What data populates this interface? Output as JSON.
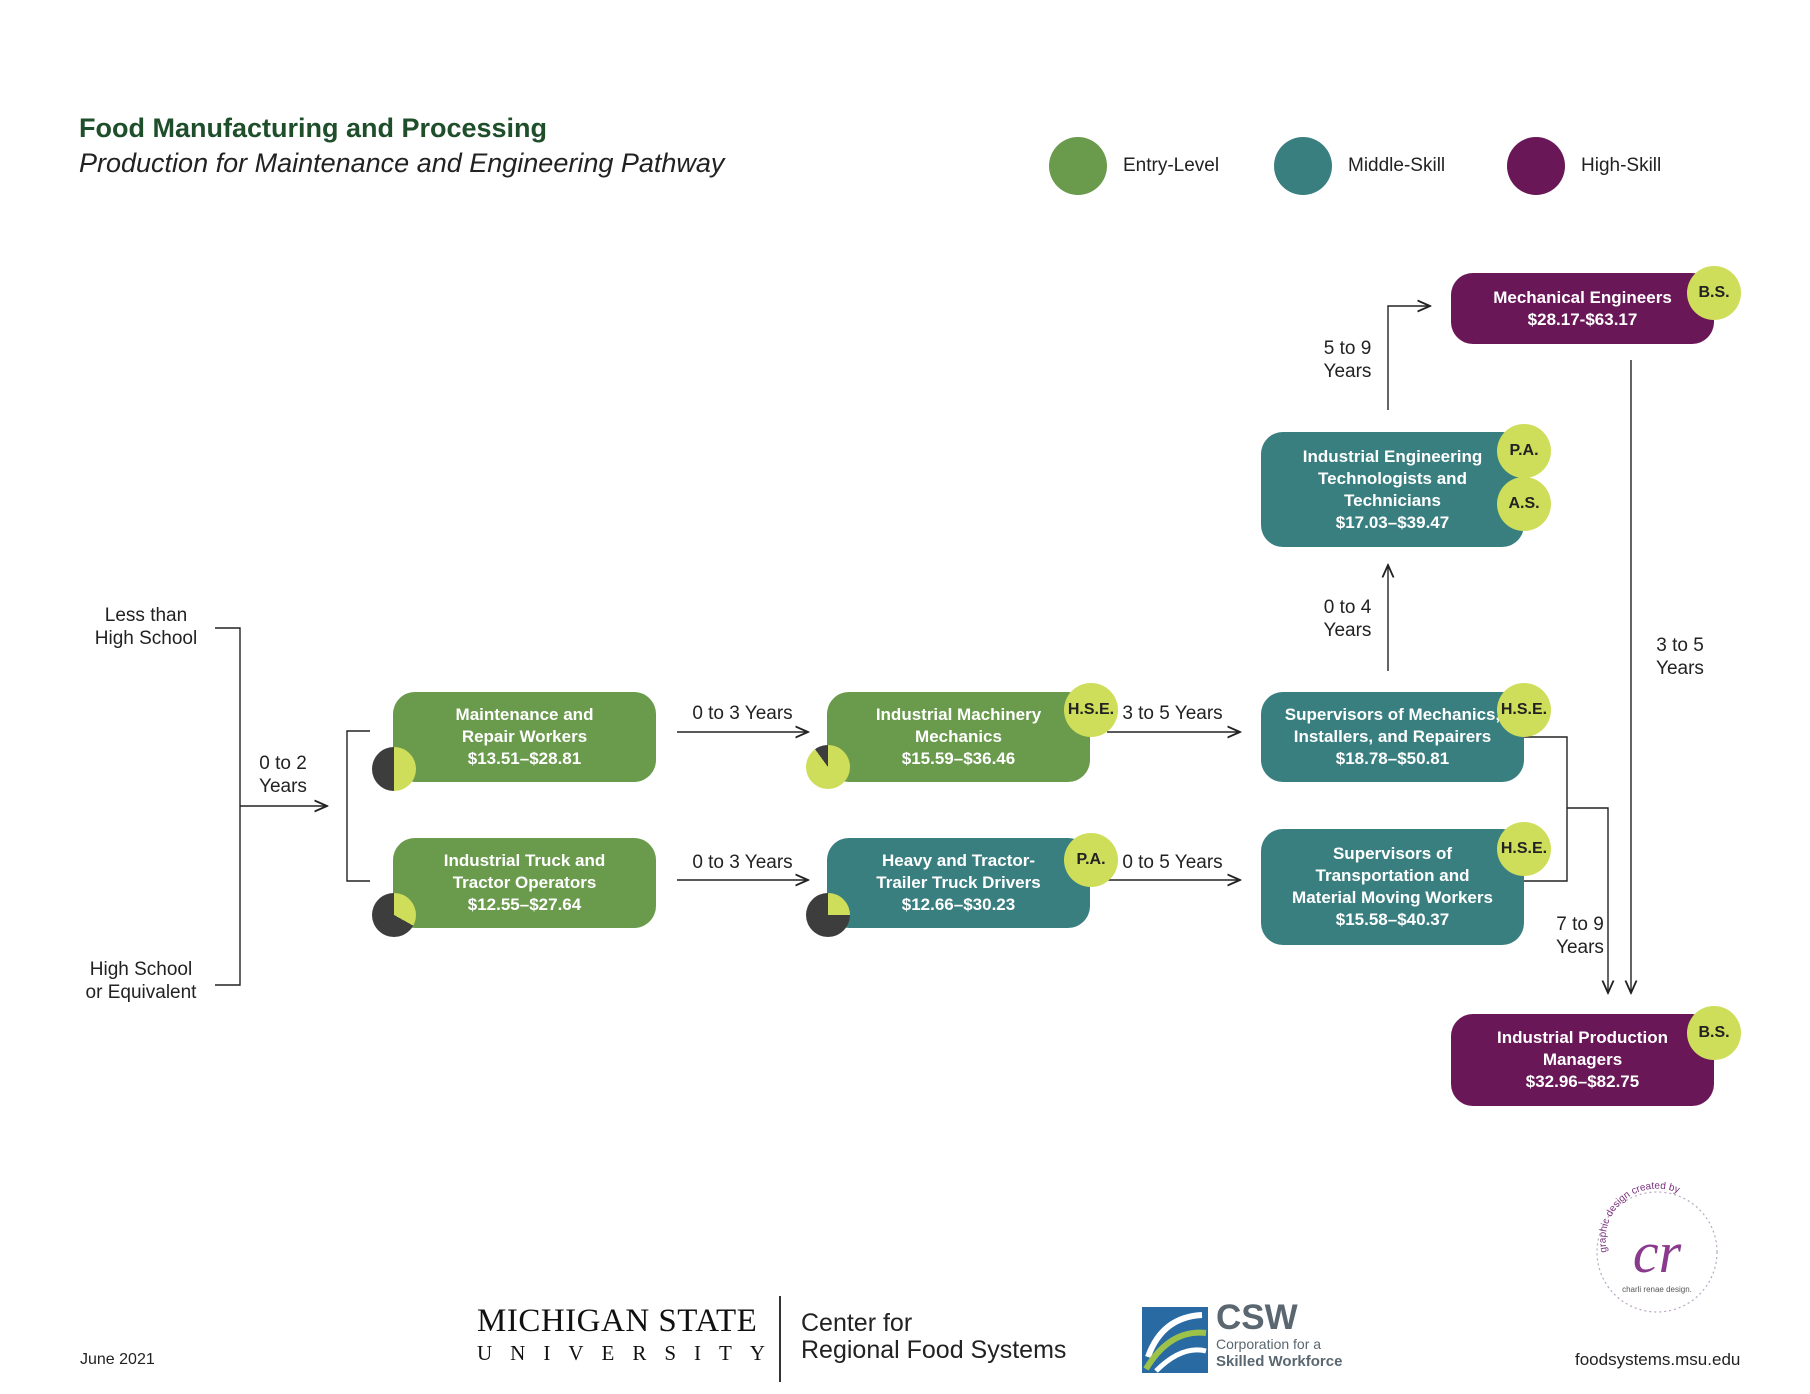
{
  "header": {
    "title": "Food Manufacturing and Processing",
    "subtitle": "Production for Maintenance and Engineering Pathway"
  },
  "legend": [
    {
      "label": "Entry-Level",
      "color": "#6a9a4b"
    },
    {
      "label": "Middle-Skill",
      "color": "#3a7f80"
    },
    {
      "label": "High-Skill",
      "color": "#6a1757"
    }
  ],
  "colors": {
    "entry": "#6a9a4b",
    "middle": "#3a7f80",
    "high": "#6a1757",
    "badge": "#cfde5a",
    "pie_dark": "#3d3d3d"
  },
  "education": {
    "less_than_hs_1": "Less than",
    "less_than_hs_2": "High School",
    "hs_1": "High School",
    "hs_2": "or Equivalent"
  },
  "nodes": {
    "maintenance": {
      "l1": "Maintenance and",
      "l2": "Repair Workers",
      "wage": "$13.51–$28.81",
      "pie_fraction": 0.5
    },
    "truck_operators": {
      "l1": "Industrial Truck and",
      "l2": "Tractor Operators",
      "wage": "$12.55–$27.64",
      "pie_fraction": 0.33
    },
    "machinery_mechanics": {
      "l1": "Industrial Machinery",
      "l2": "Mechanics",
      "wage": "$15.59–$36.46",
      "badge": "H.S.E.",
      "pie_fraction": 0.9
    },
    "truck_drivers": {
      "l1": "Heavy and Tractor-",
      "l2": "Trailer Truck Drivers",
      "wage": "$12.66–$30.23",
      "badge": "P.A.",
      "pie_fraction": 0.25
    },
    "supervisors_mechanics": {
      "l1": "Supervisors of Mechanics,",
      "l2": "Installers, and Repairers",
      "wage": "$18.78–$50.81",
      "badge": "H.S.E."
    },
    "supervisors_transport": {
      "l1": "Supervisors of",
      "l2": "Transportation and",
      "l3": "Material Moving Workers",
      "wage": "$15.58–$40.37",
      "badge": "H.S.E."
    },
    "eng_technologists": {
      "l1": "Industrial Engineering",
      "l2": "Technologists and",
      "l3": "Technicians",
      "wage": "$17.03–$39.47",
      "badge1": "P.A.",
      "badge2": "A.S."
    },
    "mech_engineers": {
      "l1": "Mechanical Engineers",
      "wage": "$28.17-$63.17",
      "badge": "B.S."
    },
    "prod_managers": {
      "l1": "Industrial Production",
      "l2": "Managers",
      "wage": "$32.96–$82.75",
      "badge": "B.S."
    }
  },
  "transitions": {
    "edu_to_entry_1": "0 to 2",
    "edu_to_entry_2": "Years",
    "maint_to_mech": "0 to 3 Years",
    "truck_to_driver": "0 to 3 Years",
    "mech_to_sup": "3 to 5 Years",
    "driver_to_sup": "0 to 5 Years",
    "sup_to_tech_1": "0 to 4",
    "sup_to_tech_2": "Years",
    "tech_to_eng_1": "5 to 9",
    "tech_to_eng_2": "Years",
    "eng_to_mgr_1": "3 to 5",
    "eng_to_mgr_2": "Years",
    "sup_to_mgr_1": "7 to 9",
    "sup_to_mgr_2": "Years"
  },
  "footer": {
    "date": "June 2021",
    "msu_1": "MICHIGAN STATE",
    "msu_2": "UNIVERSITY",
    "center_1": "Center for",
    "center_2": "Regional Food Systems",
    "csw_abbr": "CSW",
    "csw_1": "Corporation for a",
    "csw_2": "Skilled Workforce",
    "designer_arc": "graphic design created by",
    "designer_mark": "cr",
    "designer_name": "charli renae design.",
    "website": "foodsystems.msu.edu"
  }
}
